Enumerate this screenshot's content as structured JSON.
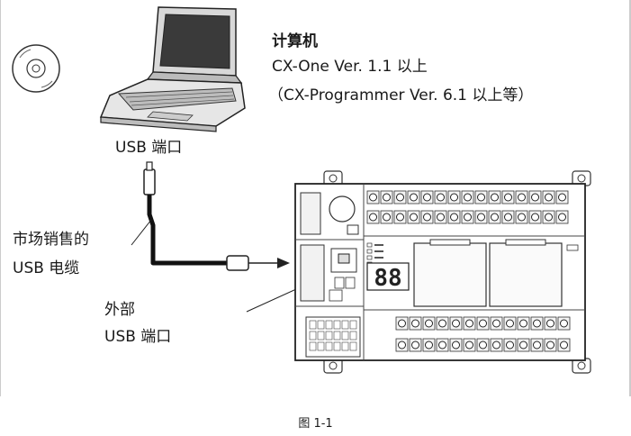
{
  "computer": {
    "title": "计算机",
    "software_line": "CX-One Ver. 1.1 以上",
    "software_note": "（CX-Programmer Ver. 6.1 以上等）",
    "usb_port_label": "USB 端口"
  },
  "cable": {
    "line1": "市场销售的",
    "line2": "USB 电缆"
  },
  "external_port": {
    "line1": "外部",
    "line2": "USB 端口"
  },
  "plc": {
    "segment_display": "88"
  },
  "caption": "图 1-1"
}
